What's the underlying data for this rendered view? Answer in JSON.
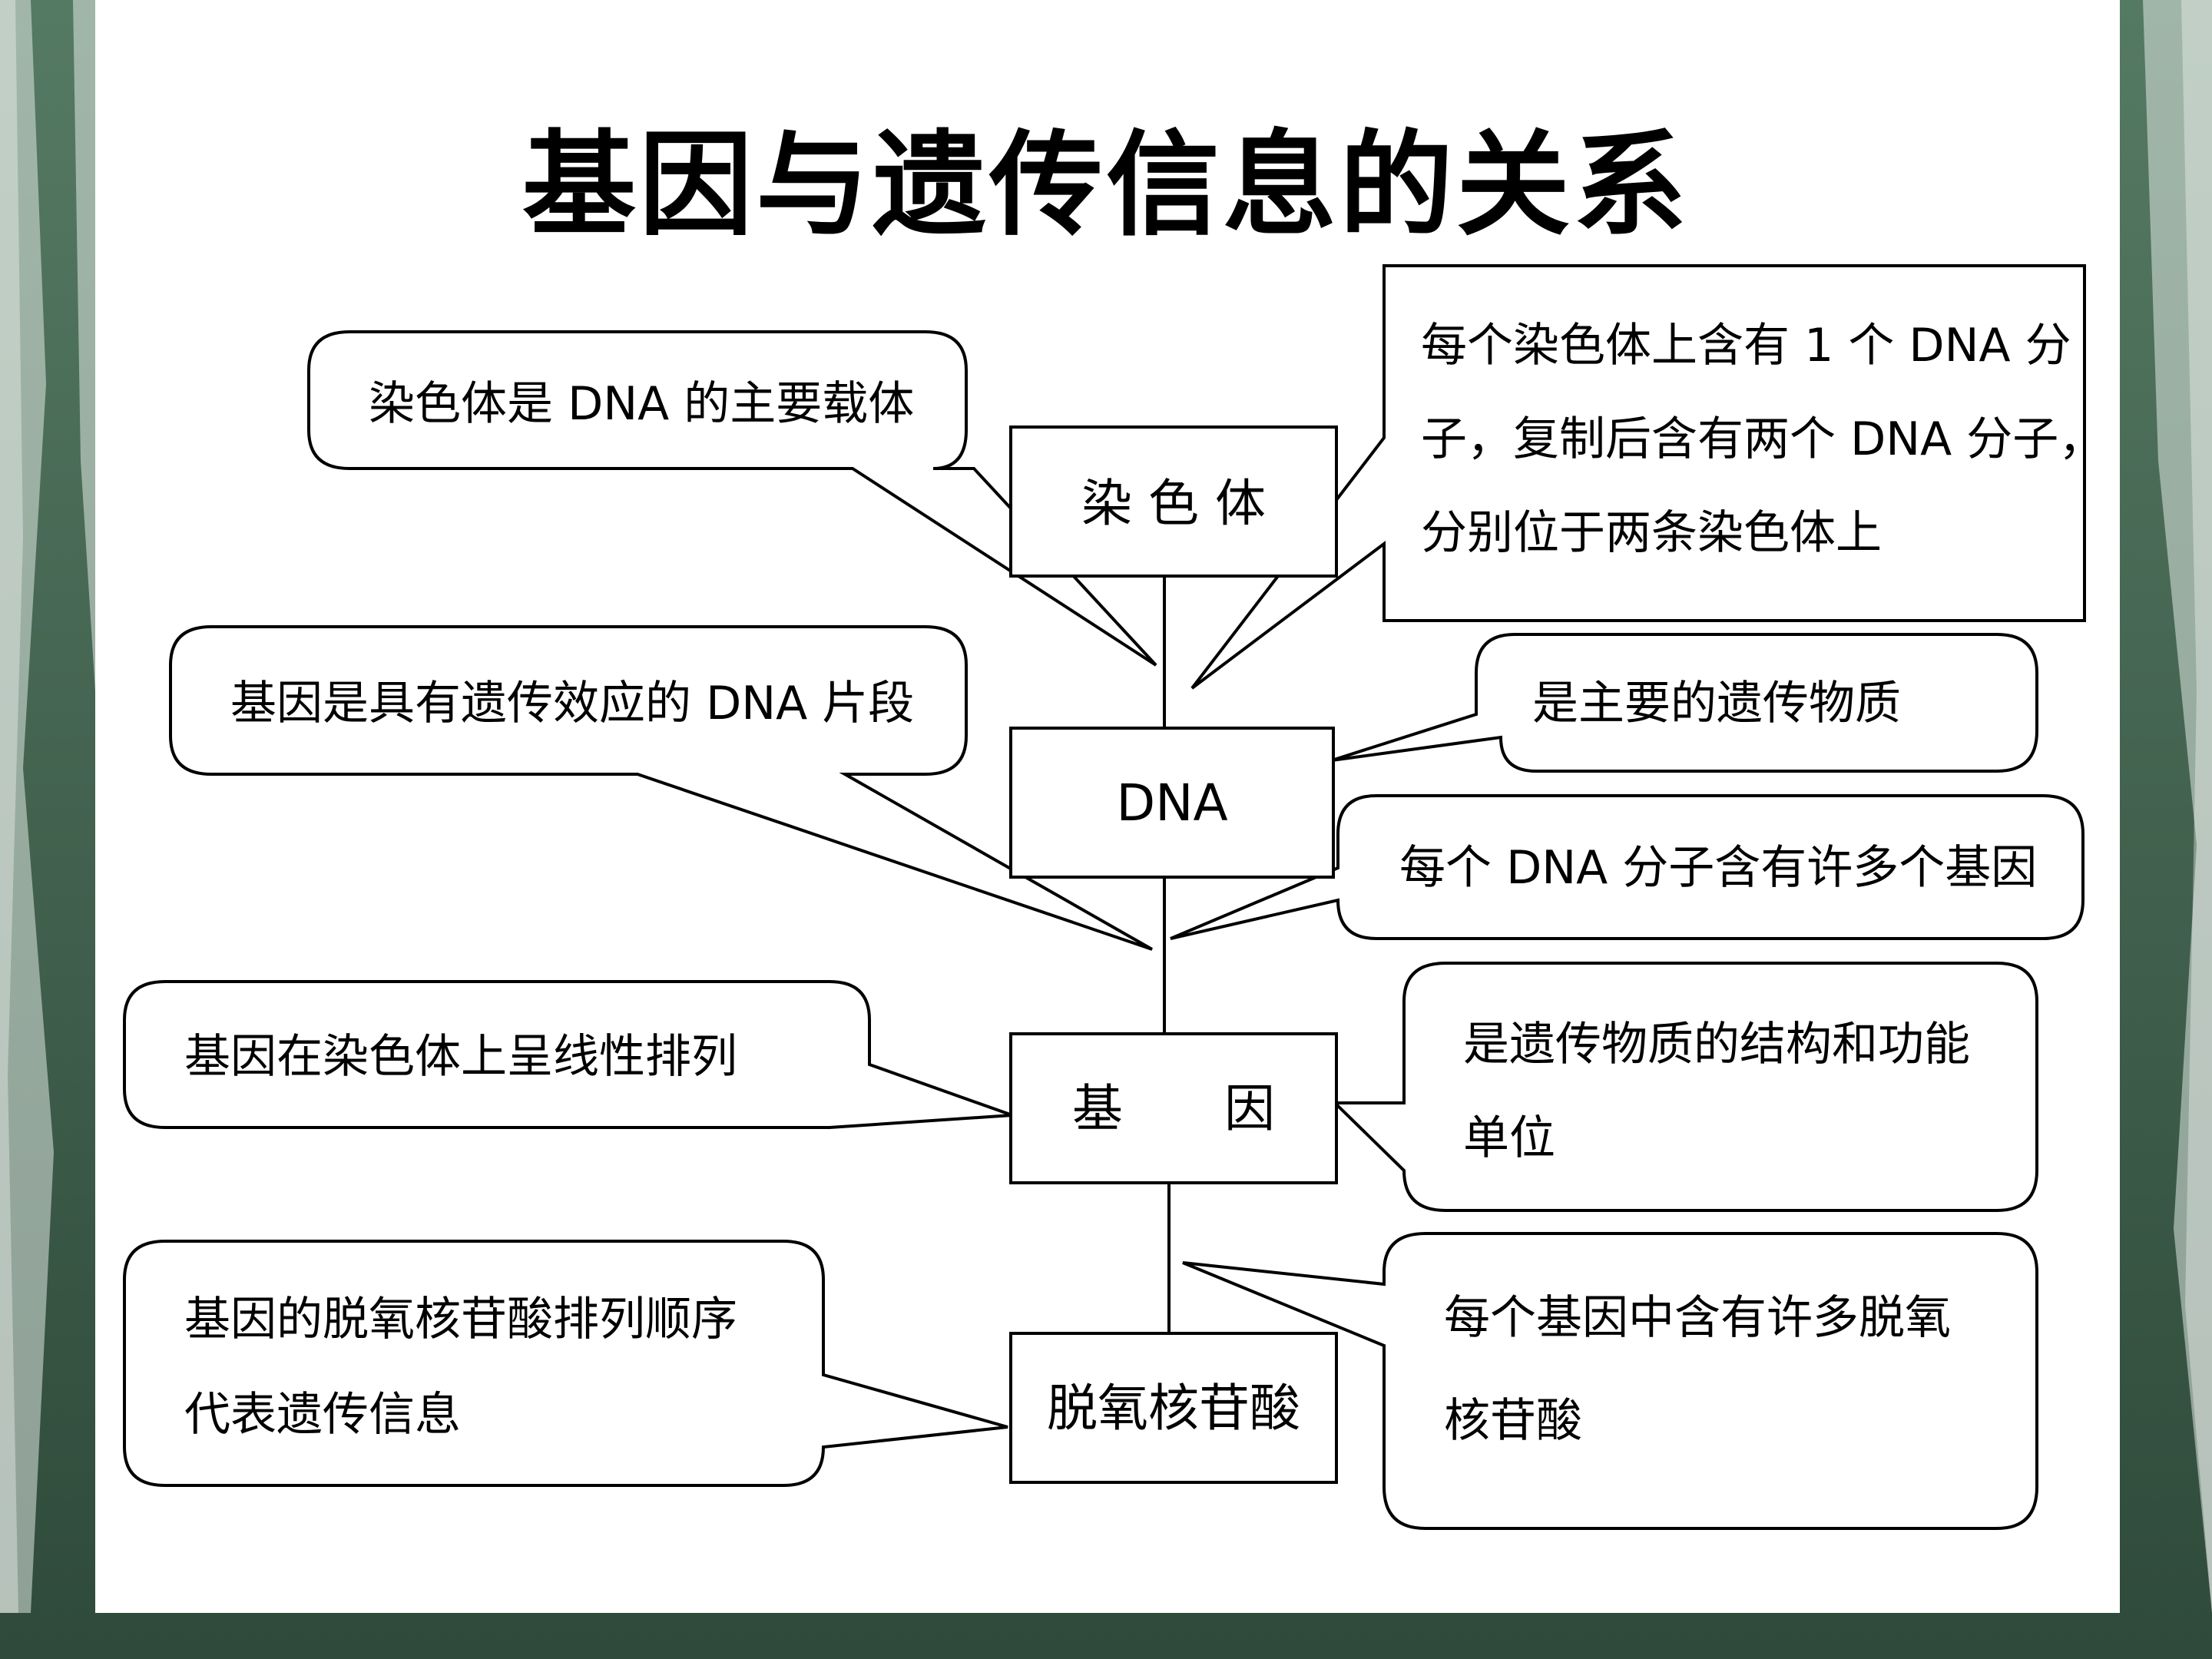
{
  "title": "基因与遗传信息的关系",
  "nodes": [
    {
      "id": "chromosome",
      "label": "染 色 体"
    },
    {
      "id": "dna",
      "label": "DNA"
    },
    {
      "id": "gene",
      "label": "基　　因"
    },
    {
      "id": "nucleotide",
      "label": "脱氧核苷酸"
    }
  ],
  "callouts": [
    {
      "id": "chromosome-carrier",
      "lines": [
        "染色体是 DNA 的主要载体"
      ]
    },
    {
      "id": "one-dna-per-chromosome",
      "lines": [
        "每个染色体上含有 1 个 DNA 分",
        "子，复制后含有两个 DNA 分子，",
        "分别位于两条染色体上"
      ]
    },
    {
      "id": "gene-definition",
      "lines": [
        "基因是具有遗传效应的 DNA 片段"
      ]
    },
    {
      "id": "main-genetic-material",
      "lines": [
        "是主要的遗传物质"
      ]
    },
    {
      "id": "many-genes-per-dna",
      "lines": [
        "每个 DNA 分子含有许多个基因"
      ]
    },
    {
      "id": "linear-arrangement",
      "lines": [
        "基因在染色体上呈线性排列"
      ]
    },
    {
      "id": "structural-unit",
      "lines": [
        "是遗传物质的结构和功能",
        "单位"
      ]
    },
    {
      "id": "nucleotide-order",
      "lines": [
        "基因的脱氧核苷酸排列顺序",
        "代表遗传信息"
      ]
    },
    {
      "id": "many-nucleotides",
      "lines": [
        "每个基因中含有许多脱氧",
        "核苷酸"
      ]
    }
  ]
}
